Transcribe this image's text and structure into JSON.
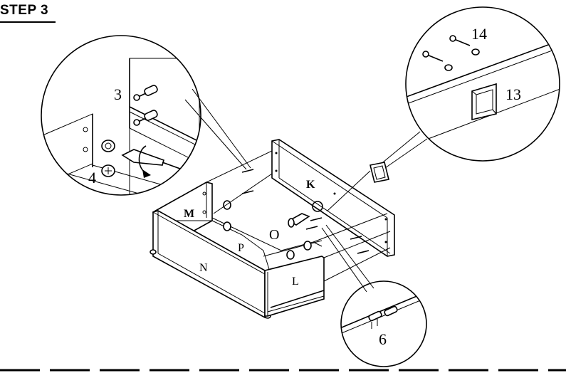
{
  "header": {
    "step": "STEP 3"
  },
  "detail_left": {
    "screw_label": "3",
    "cam_label": "4"
  },
  "detail_right": {
    "bolt_label": "14",
    "handle_label": "13"
  },
  "detail_bottom": {
    "dowel_label": "6"
  },
  "panels": {
    "k": "K",
    "m": "M",
    "o": "O",
    "p": "P",
    "n": "N",
    "l": "L"
  }
}
